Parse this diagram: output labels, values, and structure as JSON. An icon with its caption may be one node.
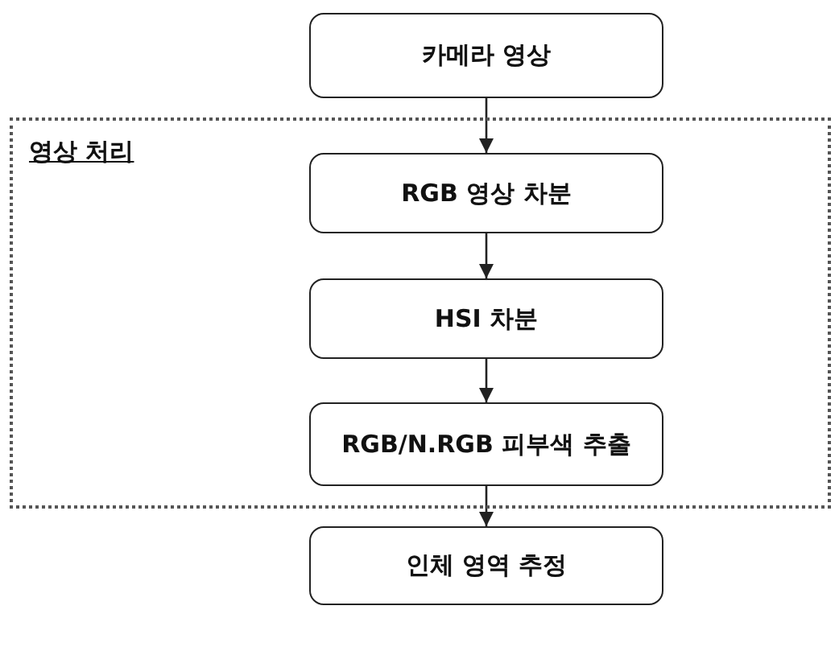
{
  "diagram": {
    "nodes": [
      {
        "text": [
          "카메라 영상"
        ]
      },
      {
        "text": [
          "영상 처리"
        ]
      },
      {
        "text": [
          "RGB 영상 차분"
        ],
        "in": 1
      },
      {
        "text": [
          "HSI 차분"
        ],
        "in": 1
      },
      {
        "text": [
          "RGB/N.RGB 피부색 추출"
        ],
        "in": 1
      },
      {
        "text": [
          "인체 영역 추정"
        ]
      }
    ],
    "edges": [
      {
        "from": 0,
        "to": 2,
        "arrow": "to"
      },
      {
        "from": 2,
        "to": 3,
        "arrow": "to"
      },
      {
        "from": 3,
        "to": 4,
        "arrow": "to"
      },
      {
        "from": 4,
        "to": 5,
        "arrow": "to"
      }
    ]
  }
}
